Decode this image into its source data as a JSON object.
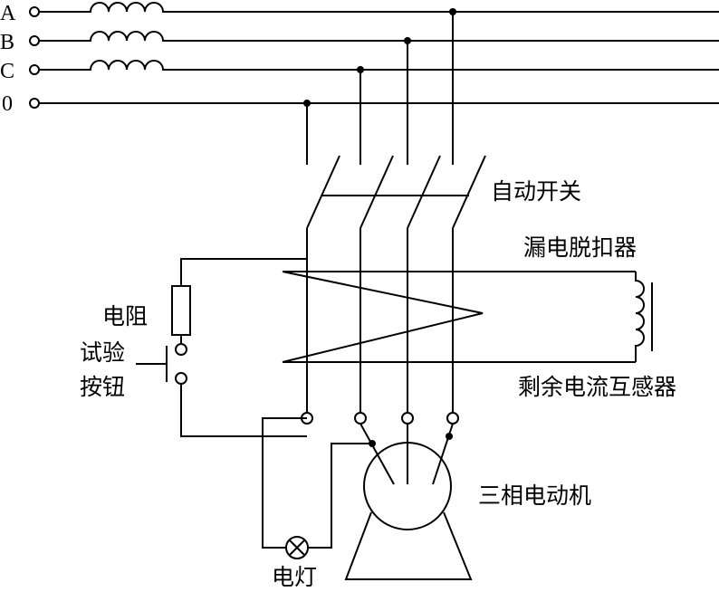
{
  "lines": {
    "a": "A",
    "b": "B",
    "c": "C",
    "n": "0"
  },
  "labels": {
    "auto_switch": "自动开关",
    "trip_unit": "漏电脱扣器",
    "resistor": "电阻",
    "test_button_1": "试验",
    "test_button_2": "按钮",
    "ct": "剩余电流互感器",
    "motor": "三相电动机",
    "lamp": "电灯"
  }
}
